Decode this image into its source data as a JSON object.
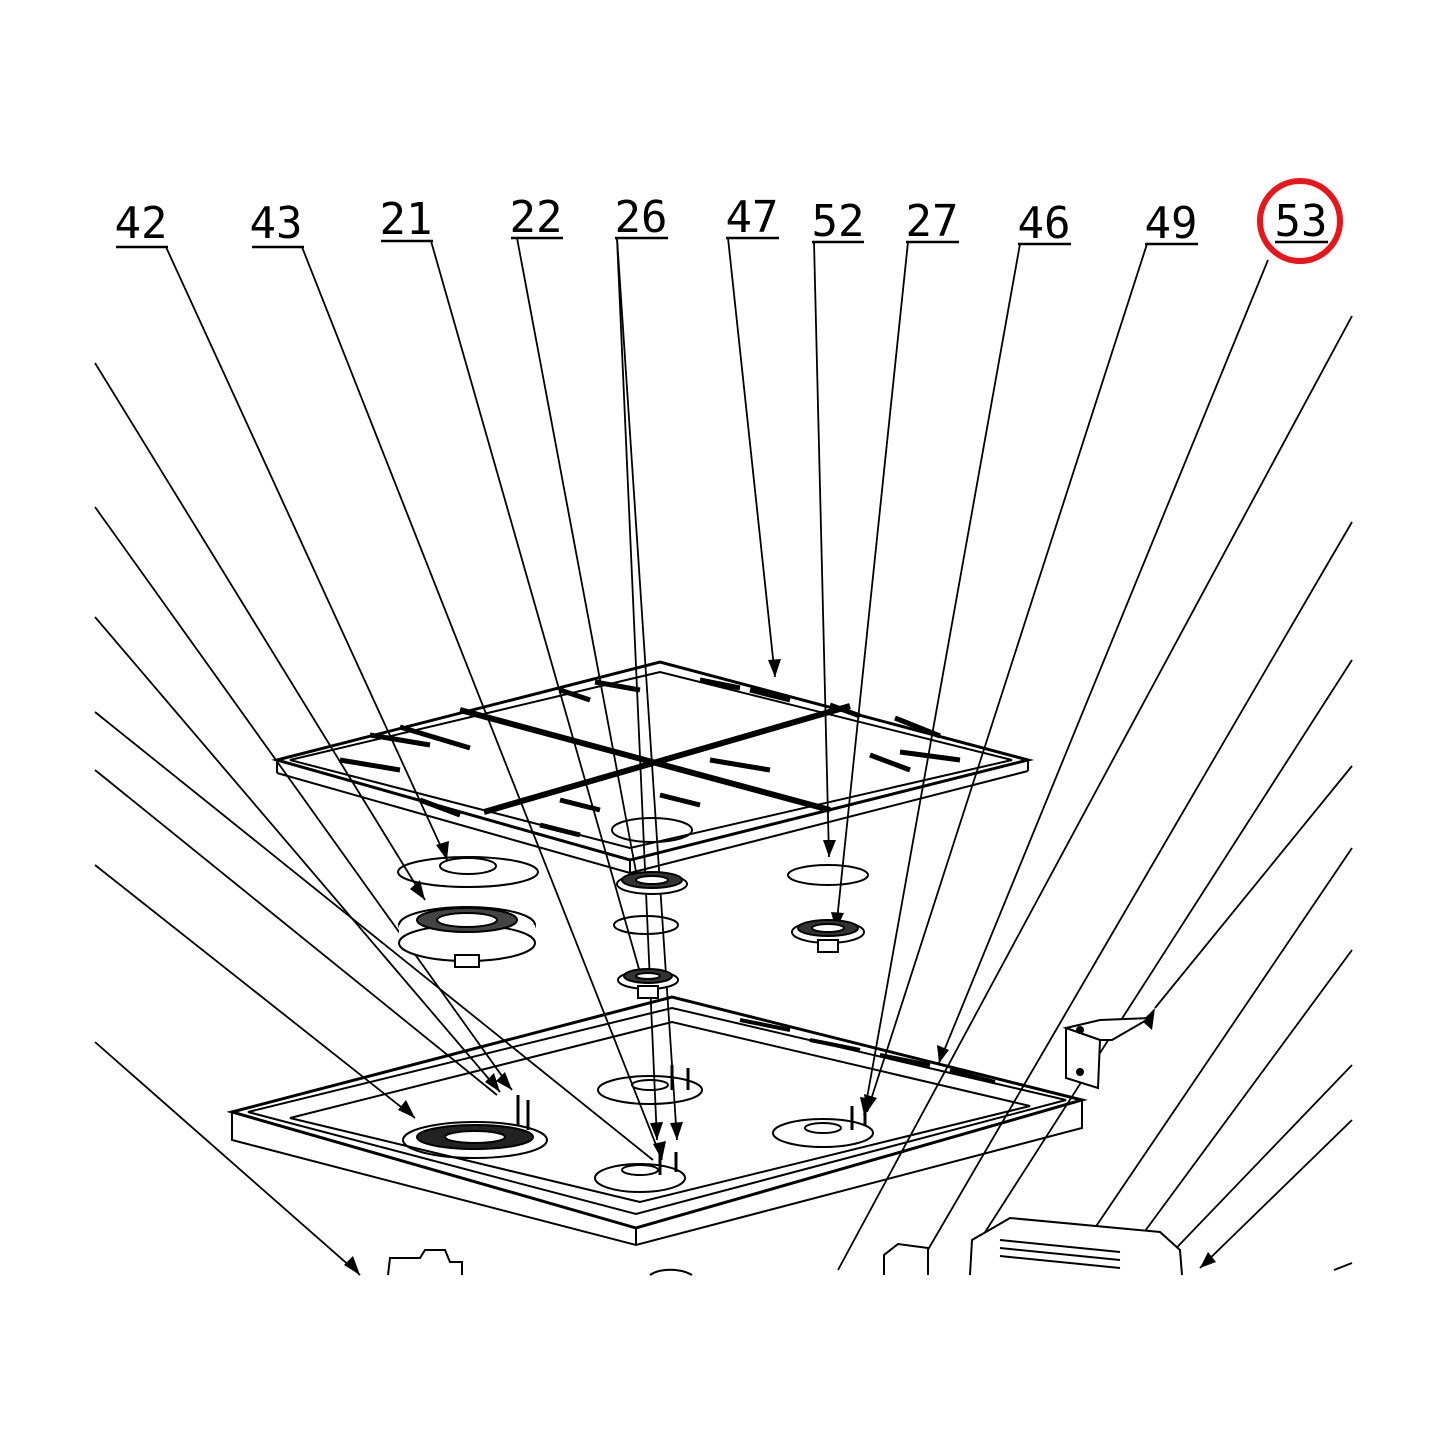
{
  "diagram": {
    "callouts": [
      {
        "id": "42",
        "label": "42"
      },
      {
        "id": "43",
        "label": "43"
      },
      {
        "id": "21",
        "label": "21"
      },
      {
        "id": "22",
        "label": "22"
      },
      {
        "id": "26",
        "label": "26"
      },
      {
        "id": "47",
        "label": "47"
      },
      {
        "id": "52",
        "label": "52"
      },
      {
        "id": "27",
        "label": "27"
      },
      {
        "id": "46",
        "label": "46"
      },
      {
        "id": "49",
        "label": "49"
      },
      {
        "id": "53",
        "label": "53",
        "highlighted": true
      }
    ],
    "colors": {
      "line": "#000000",
      "highlight": "#e8161b",
      "background": "#ffffff"
    }
  }
}
